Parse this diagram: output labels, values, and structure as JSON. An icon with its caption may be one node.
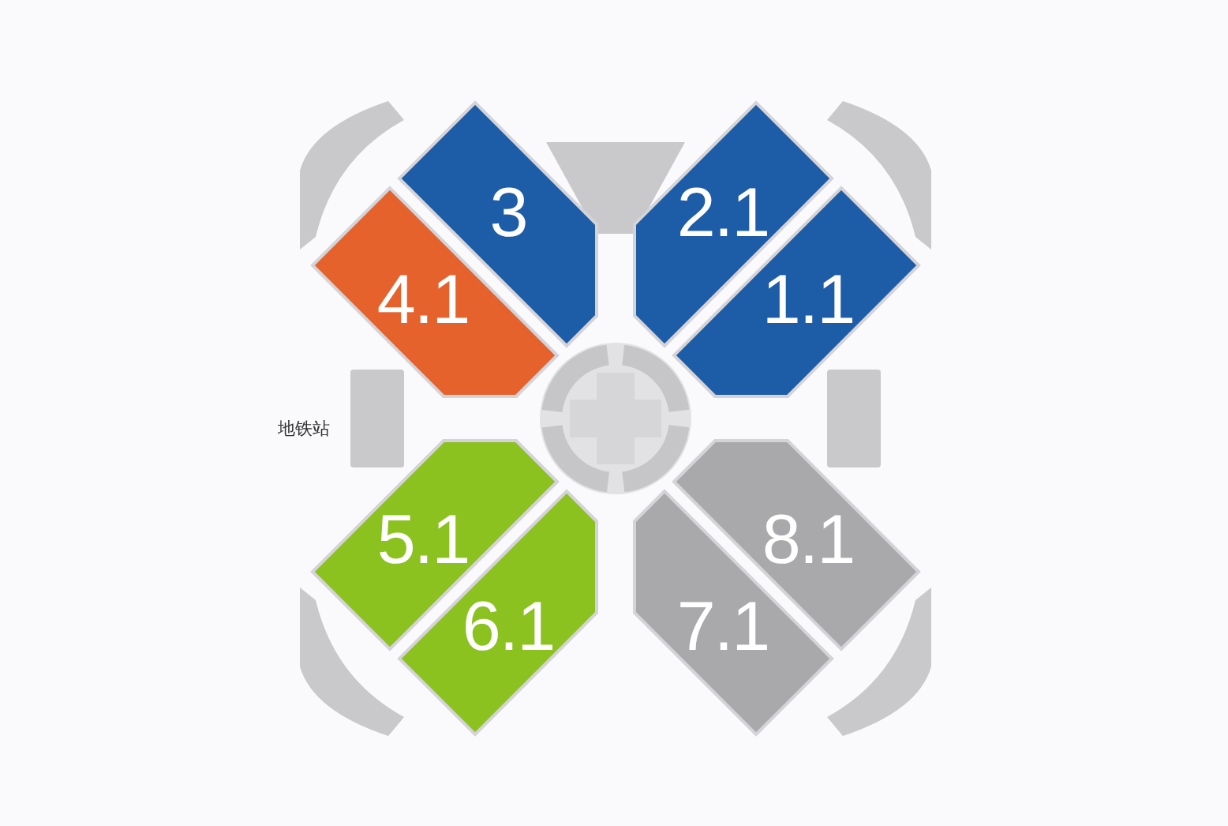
{
  "diagram": {
    "nodes": [
      {
        "text": [
          "3"
        ]
      },
      {
        "text": [
          "2.1"
        ]
      },
      {
        "text": [
          "4.1"
        ]
      },
      {
        "text": [
          "1.1"
        ]
      },
      {
        "text": [
          "5.1"
        ]
      },
      {
        "text": [
          "8.1"
        ]
      },
      {
        "text": [
          "6.1"
        ]
      },
      {
        "text": [
          "7.1"
        ]
      }
    ],
    "labels": [
      "地铁站"
    ]
  }
}
